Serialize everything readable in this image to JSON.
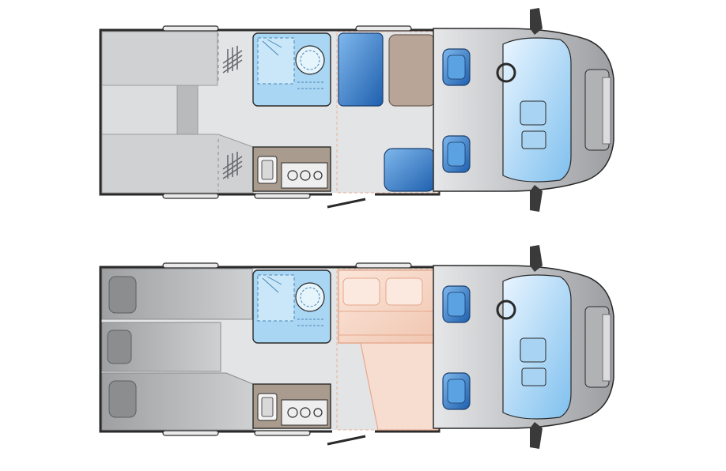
{
  "diagram": {
    "type": "motorhome-floor-plan",
    "layouts": [
      {
        "id": "day-layout",
        "description_shown": false
      },
      {
        "id": "night-layout",
        "description_shown": false
      }
    ]
  },
  "colors": {
    "outline": "#2a2a2a",
    "floor": "#e3e4e6",
    "furniture_light": "#d0d1d3",
    "furniture_mid": "#b9babc",
    "cab_body": "#c6c7c9",
    "cab_dark": "#8f9193",
    "seat_blue": "#2d74c4",
    "seat_blue_light": "#4b94dc",
    "bathroom": "#a9d6f2",
    "bathroom_dark": "#74b6e4",
    "kitchen": "#a99b8e",
    "cabinet_tan": "#b9a597",
    "bed_peach": "#f3d3c3",
    "bed_outline": "#e6a88d",
    "mattress_grey": "#b4b5b7",
    "pillow_grey": "#7d7e80",
    "window": "#eaeaea"
  }
}
